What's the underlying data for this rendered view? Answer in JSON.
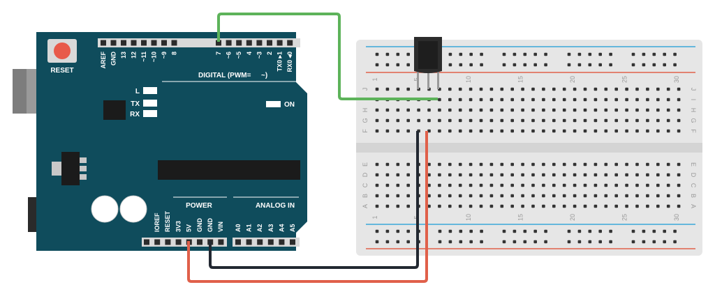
{
  "arduino": {
    "board_color": "#0f4c5c",
    "reset_label": "RESET",
    "digital_pins": [
      "AREF",
      "GND",
      "13",
      "12",
      "~11",
      "~10",
      "~9",
      "8",
      "7",
      "~6",
      "~5",
      "4",
      "~3",
      "2",
      "TX0 ▸1",
      "RX0 ◂0"
    ],
    "digital_label": "DIGITAL (PWM=",
    "digital_label_tail": "~)",
    "leds": [
      "L",
      "TX",
      "RX"
    ],
    "on_label": "ON",
    "power_label": "POWER",
    "analog_label": "ANALOG IN",
    "power_pins": [
      "IOREF",
      "RESET",
      "3V3",
      "5V",
      "GND",
      "GND",
      "VIN"
    ],
    "analog_pins": [
      "A0",
      "A1",
      "A2",
      "A3",
      "A4",
      "A5"
    ]
  },
  "breadboard": {
    "column_numbers": [
      "1",
      "5",
      "10",
      "15",
      "20",
      "25",
      "30"
    ],
    "top_rows": [
      "J",
      "I",
      "H",
      "G",
      "F"
    ],
    "bottom_rows": [
      "E",
      "D",
      "C",
      "B",
      "A"
    ]
  },
  "wires": {
    "signal_color": "#5db35a",
    "ground_color": "#222831",
    "power_color": "#e0604a"
  },
  "sensor": {
    "body_color": "#2c2c2c"
  }
}
